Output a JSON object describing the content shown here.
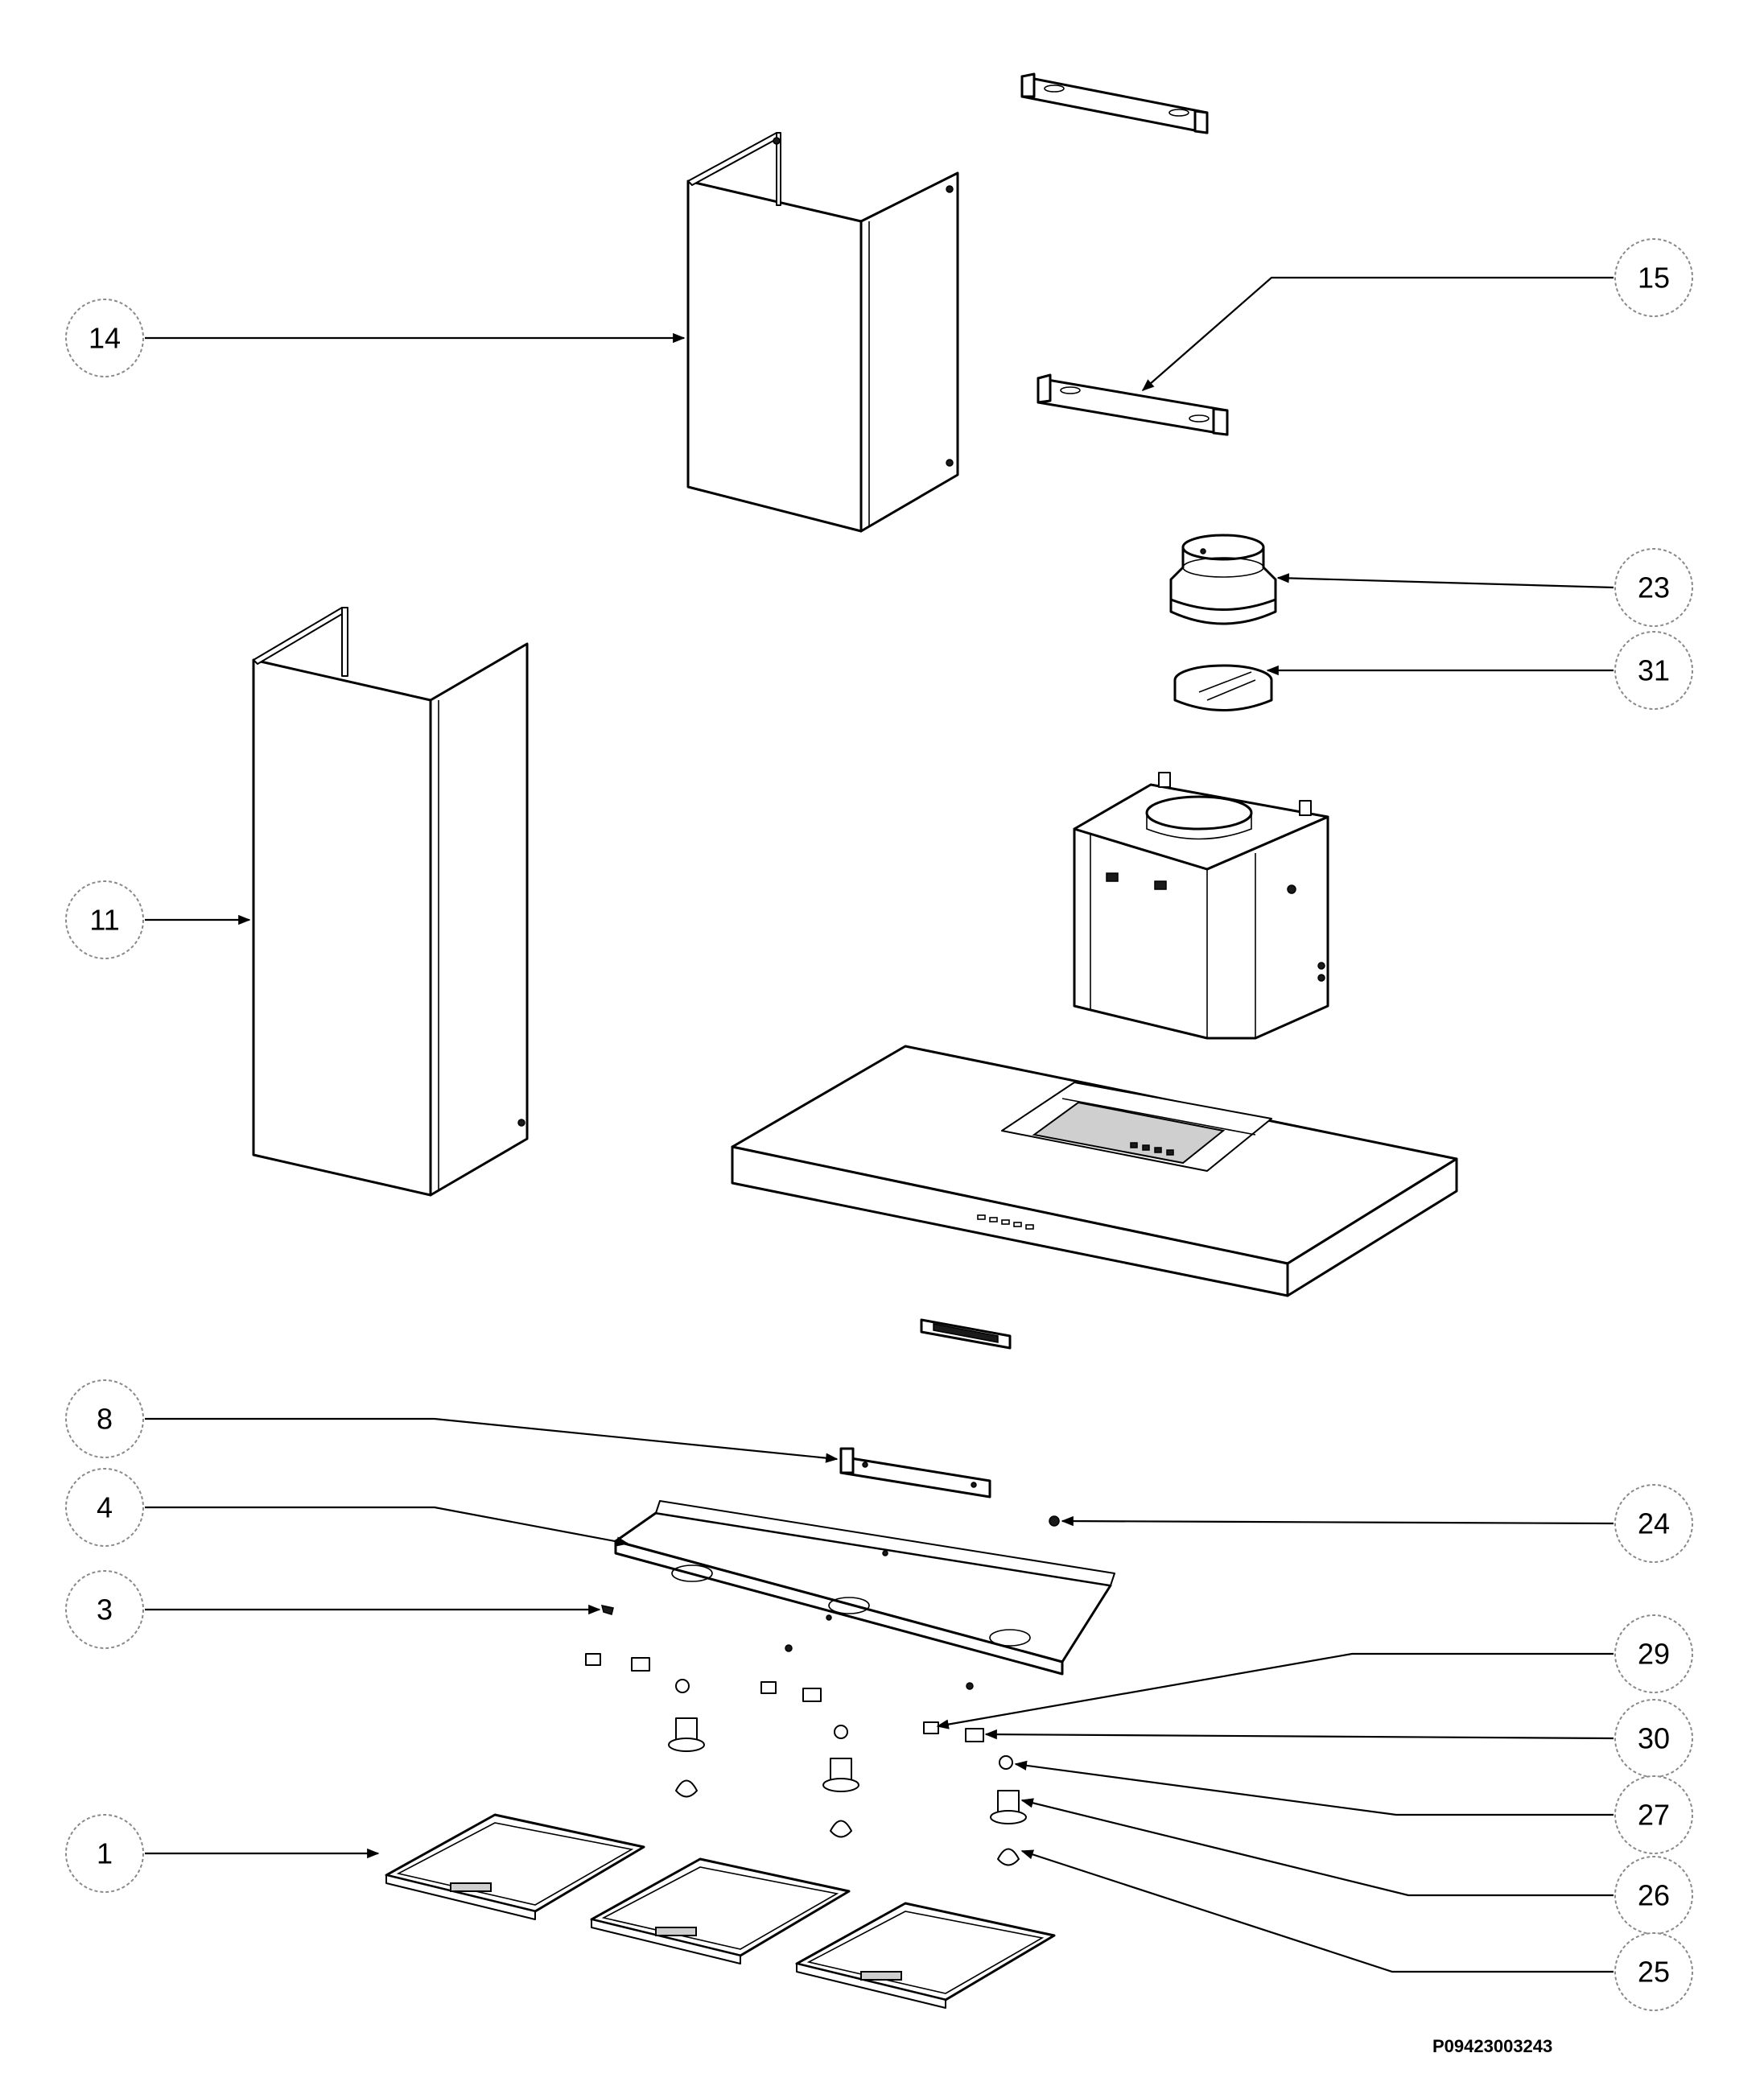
{
  "callouts": [
    {
      "label": "14"
    },
    {
      "label": "15"
    },
    {
      "label": "23"
    },
    {
      "label": "31"
    },
    {
      "label": "11"
    },
    {
      "label": "8"
    },
    {
      "label": "4"
    },
    {
      "label": "24"
    },
    {
      "label": "3"
    },
    {
      "label": "29"
    },
    {
      "label": "30"
    },
    {
      "label": "27"
    },
    {
      "label": "1"
    },
    {
      "label": "26"
    },
    {
      "label": "25"
    }
  ],
  "document_code": "P09423003243"
}
